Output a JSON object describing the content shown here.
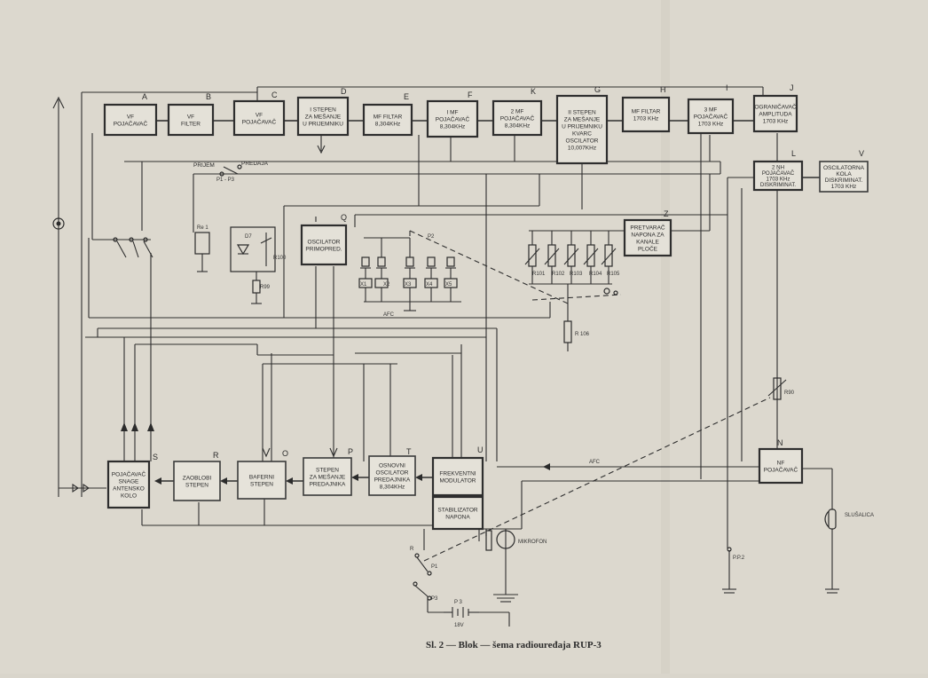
{
  "caption": "Sl. 2 — Blok — šema radiouređaja RUP-3",
  "blocks": {
    "A": {
      "letter": "A",
      "lines": [
        "VF",
        "POJAČAVAČ"
      ]
    },
    "B": {
      "letter": "B",
      "lines": [
        "VF",
        "FILTER"
      ]
    },
    "C": {
      "letter": "C",
      "lines": [
        "VF",
        "POJAČAVAČ"
      ]
    },
    "D": {
      "letter": "D",
      "lines": [
        "I STEPEN",
        "ZA MEŠANJE",
        "U PRIJEMNIKU"
      ]
    },
    "E": {
      "letter": "E",
      "lines": [
        "MF FILTAR",
        "8,304KHz"
      ]
    },
    "F": {
      "letter": "F",
      "lines": [
        "I MF",
        "POJAČAVAČ",
        "8,304KHz"
      ]
    },
    "K": {
      "letter": "K",
      "lines": [
        "2 MF",
        "POJAČAVAČ",
        "8,304KHz"
      ]
    },
    "G": {
      "letter": "G",
      "lines": [
        "II STEPEN",
        "ZA MEŠANJE",
        "U PRIJEMNIKU",
        "KVARC",
        "OSCILATOR",
        "10,007KHz"
      ]
    },
    "H": {
      "letter": "H",
      "lines": [
        "MF FILTAR",
        "1703 KHz"
      ]
    },
    "I": {
      "letter": "I",
      "lines": [
        "3 MF",
        "POJAČAVAČ",
        "1703 KHz"
      ]
    },
    "J": {
      "letter": "J",
      "lines": [
        "OGRANIČAVAČ",
        "AMPLITUDA",
        "1703 KHz"
      ]
    },
    "L": {
      "letter": "L",
      "lines": [
        "2 NH",
        "POJAČAVAČ",
        "1703 KHz",
        "DISKRIMINAT."
      ]
    },
    "V": {
      "letter": "V",
      "lines": [
        "OSCILATORNA",
        "KOLA",
        "DISKRIMINAT.",
        "1703 KHz"
      ]
    },
    "Q": {
      "letter": "Q",
      "lines": [
        "OSCILATOR",
        "PRIMOPRED."
      ]
    },
    "Z": {
      "letter": "Z",
      "lines": [
        "PRETVARAČ",
        "NAPONA ZA",
        "KANALE",
        "PLOČE"
      ]
    },
    "S": {
      "letter": "S",
      "lines": [
        "POJAČAVAČ",
        "SNAGE",
        "ANTENSKO",
        "KOLO"
      ]
    },
    "R": {
      "letter": "R",
      "lines": [
        "ZAOBLOBI",
        "STEPEN"
      ]
    },
    "O": {
      "letter": "O",
      "lines": [
        "BAFERNI",
        "STEPEN"
      ]
    },
    "P": {
      "letter": "P",
      "lines": [
        "STEPEN",
        "ZA MEŠANJE",
        "PREDAJNIKA"
      ]
    },
    "T": {
      "letter": "T",
      "lines": [
        "OSNOVNI",
        "OSCILATOR",
        "PREDAJNIKA",
        "8,304KHz"
      ]
    },
    "U1": {
      "letter": "U",
      "lines": [
        "FREKVENTNI",
        "MODULATOR"
      ]
    },
    "U2": {
      "letter": "",
      "lines": [
        "STABILIZATOR",
        "NAPONA"
      ]
    },
    "N": {
      "letter": "N",
      "lines": [
        "NF",
        "POJAČAVAČ"
      ]
    }
  },
  "labels": {
    "prijem": "PRIJEM",
    "predaja": "PREDAJA",
    "p1": "P1 - P3",
    "rel": "Re 1",
    "d7": "D7",
    "r100": "R100",
    "r99": "R99",
    "p2": "P2",
    "crystals": [
      "X1",
      "X2",
      "X3",
      "X4",
      "X5"
    ],
    "resistors": [
      "R101",
      "R102",
      "R103",
      "R104",
      "R105"
    ],
    "r106": "R 106",
    "r90": "R90",
    "afc": "AFC",
    "afc2": "AFC",
    "mikrofon": "MIKROFON",
    "slusalica": "SLUŠALICA",
    "pp2": "P.P.2",
    "p1b": "P1",
    "p3b": "P3",
    "p3c": "P 3",
    "v18": "18V",
    "sw_r": "R"
  }
}
